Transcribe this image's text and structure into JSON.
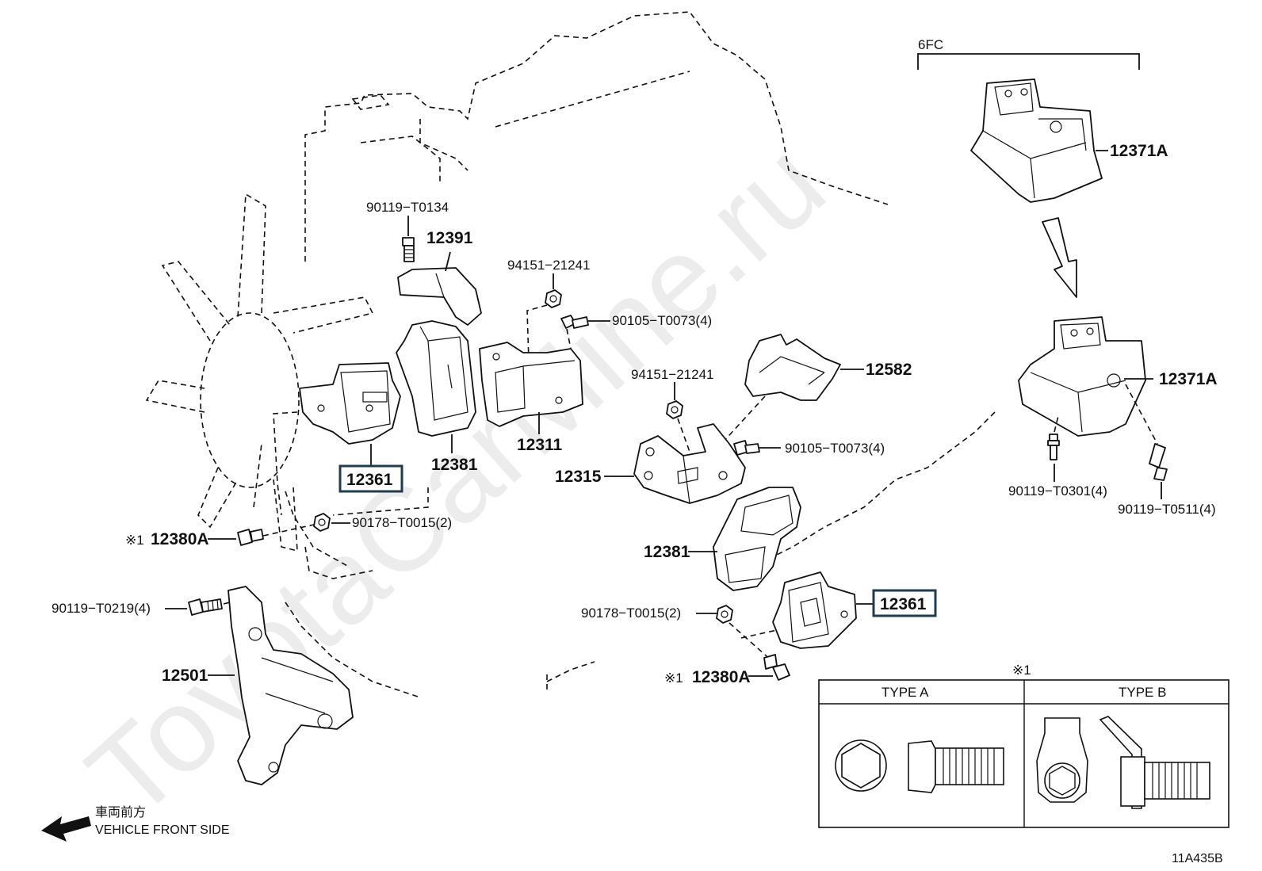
{
  "watermark": "ToyotaCarMine.ru",
  "diagram_code": "11A435B",
  "front_note": {
    "jp": "車両前方",
    "en": "VEHICLE FRONT SIDE"
  },
  "variant_label": "6FC",
  "callouts": {
    "c90119_T0134": "90119−T0134",
    "c12391": "12391",
    "c94151_21241_a": "94151−21241",
    "c90105_T0073_a": "90105−T0073(4)",
    "c12361_a": "12361",
    "c12381_a": "12381",
    "c12311": "12311",
    "c90178_T0015_a": "90178−T0015(2)",
    "c12380A_a": "12380A",
    "c90119_T0219": "90119−T0219(4)",
    "c12501": "12501",
    "c94151_21241_b": "94151−21241",
    "c12582": "12582",
    "c90105_T0073_b": "90105−T0073(4)",
    "c12315": "12315",
    "c12381_b": "12381",
    "c12361_b": "12361",
    "c90178_T0015_b": "90178−T0015(2)",
    "c12380A_b": "12380A",
    "c12371A_a": "12371A",
    "c12371A_b": "12371A",
    "c90119_T0301": "90119−T0301(4)",
    "c90119_T0511": "90119−T0511(4)"
  },
  "note_mark": "※1",
  "legend": {
    "mark": "※1",
    "type_a": "TYPE A",
    "type_b": "TYPE B"
  }
}
